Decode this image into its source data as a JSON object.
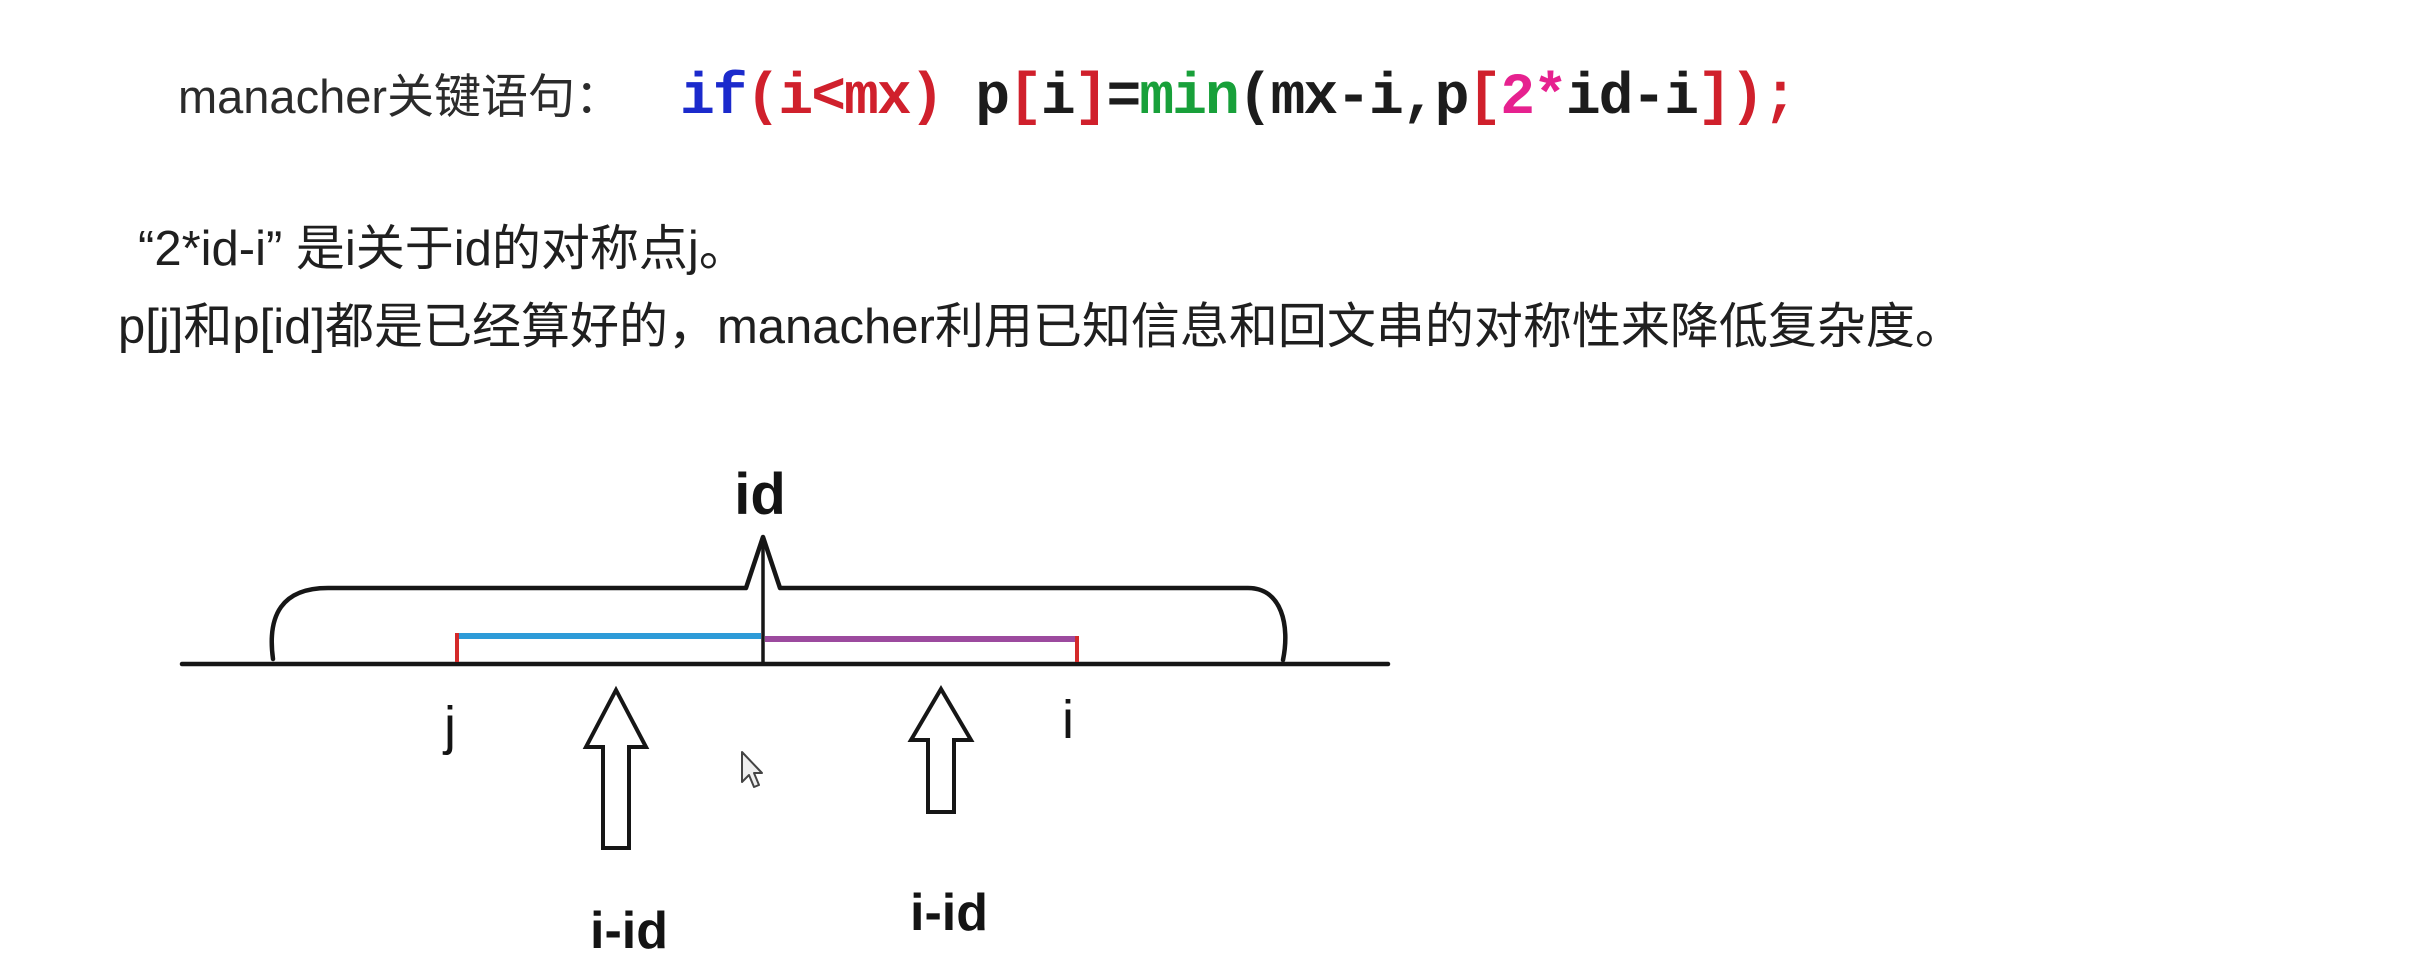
{
  "header": {
    "label": "manacher关键语句：",
    "code": {
      "full": "if(i<mx) p[i]=min(mx-i,p[2*id-i]);",
      "segments": [
        {
          "text": "if",
          "color": "#1b2acc"
        },
        {
          "text": "(i<mx)",
          "color": "#d0202c"
        },
        {
          "text": " p",
          "color": "#1c1c1c"
        },
        {
          "text": "[",
          "color": "#d0202c"
        },
        {
          "text": "i",
          "color": "#1c1c1c"
        },
        {
          "text": "]",
          "color": "#d0202c"
        },
        {
          "text": "=",
          "color": "#1c1c1c"
        },
        {
          "text": "min",
          "color": "#18a03a"
        },
        {
          "text": "(mx-i,p",
          "color": "#1c1c1c"
        },
        {
          "text": "[",
          "color": "#d0202c"
        },
        {
          "text": "2*",
          "color": "#e6218f"
        },
        {
          "text": "id-i",
          "color": "#1c1c1c"
        },
        {
          "text": "]);",
          "color": "#d0202c"
        }
      ]
    }
  },
  "explanation": {
    "line1": "“2*id-i” 是i关于id的对称点j。",
    "line2": "p[j]和p[id]都是已经算好的，manacher利用已知信息和回文串的对称性来降低复杂度。"
  },
  "diagram": {
    "labels": {
      "id": "id",
      "j": "j",
      "i": "i",
      "offset_left": "i-id",
      "offset_right": "i-id"
    },
    "colors": {
      "left_segment": "#2e9bd8",
      "right_segment": "#9c4a9e",
      "tick": "#d42a2a",
      "stroke": "#161616"
    }
  }
}
